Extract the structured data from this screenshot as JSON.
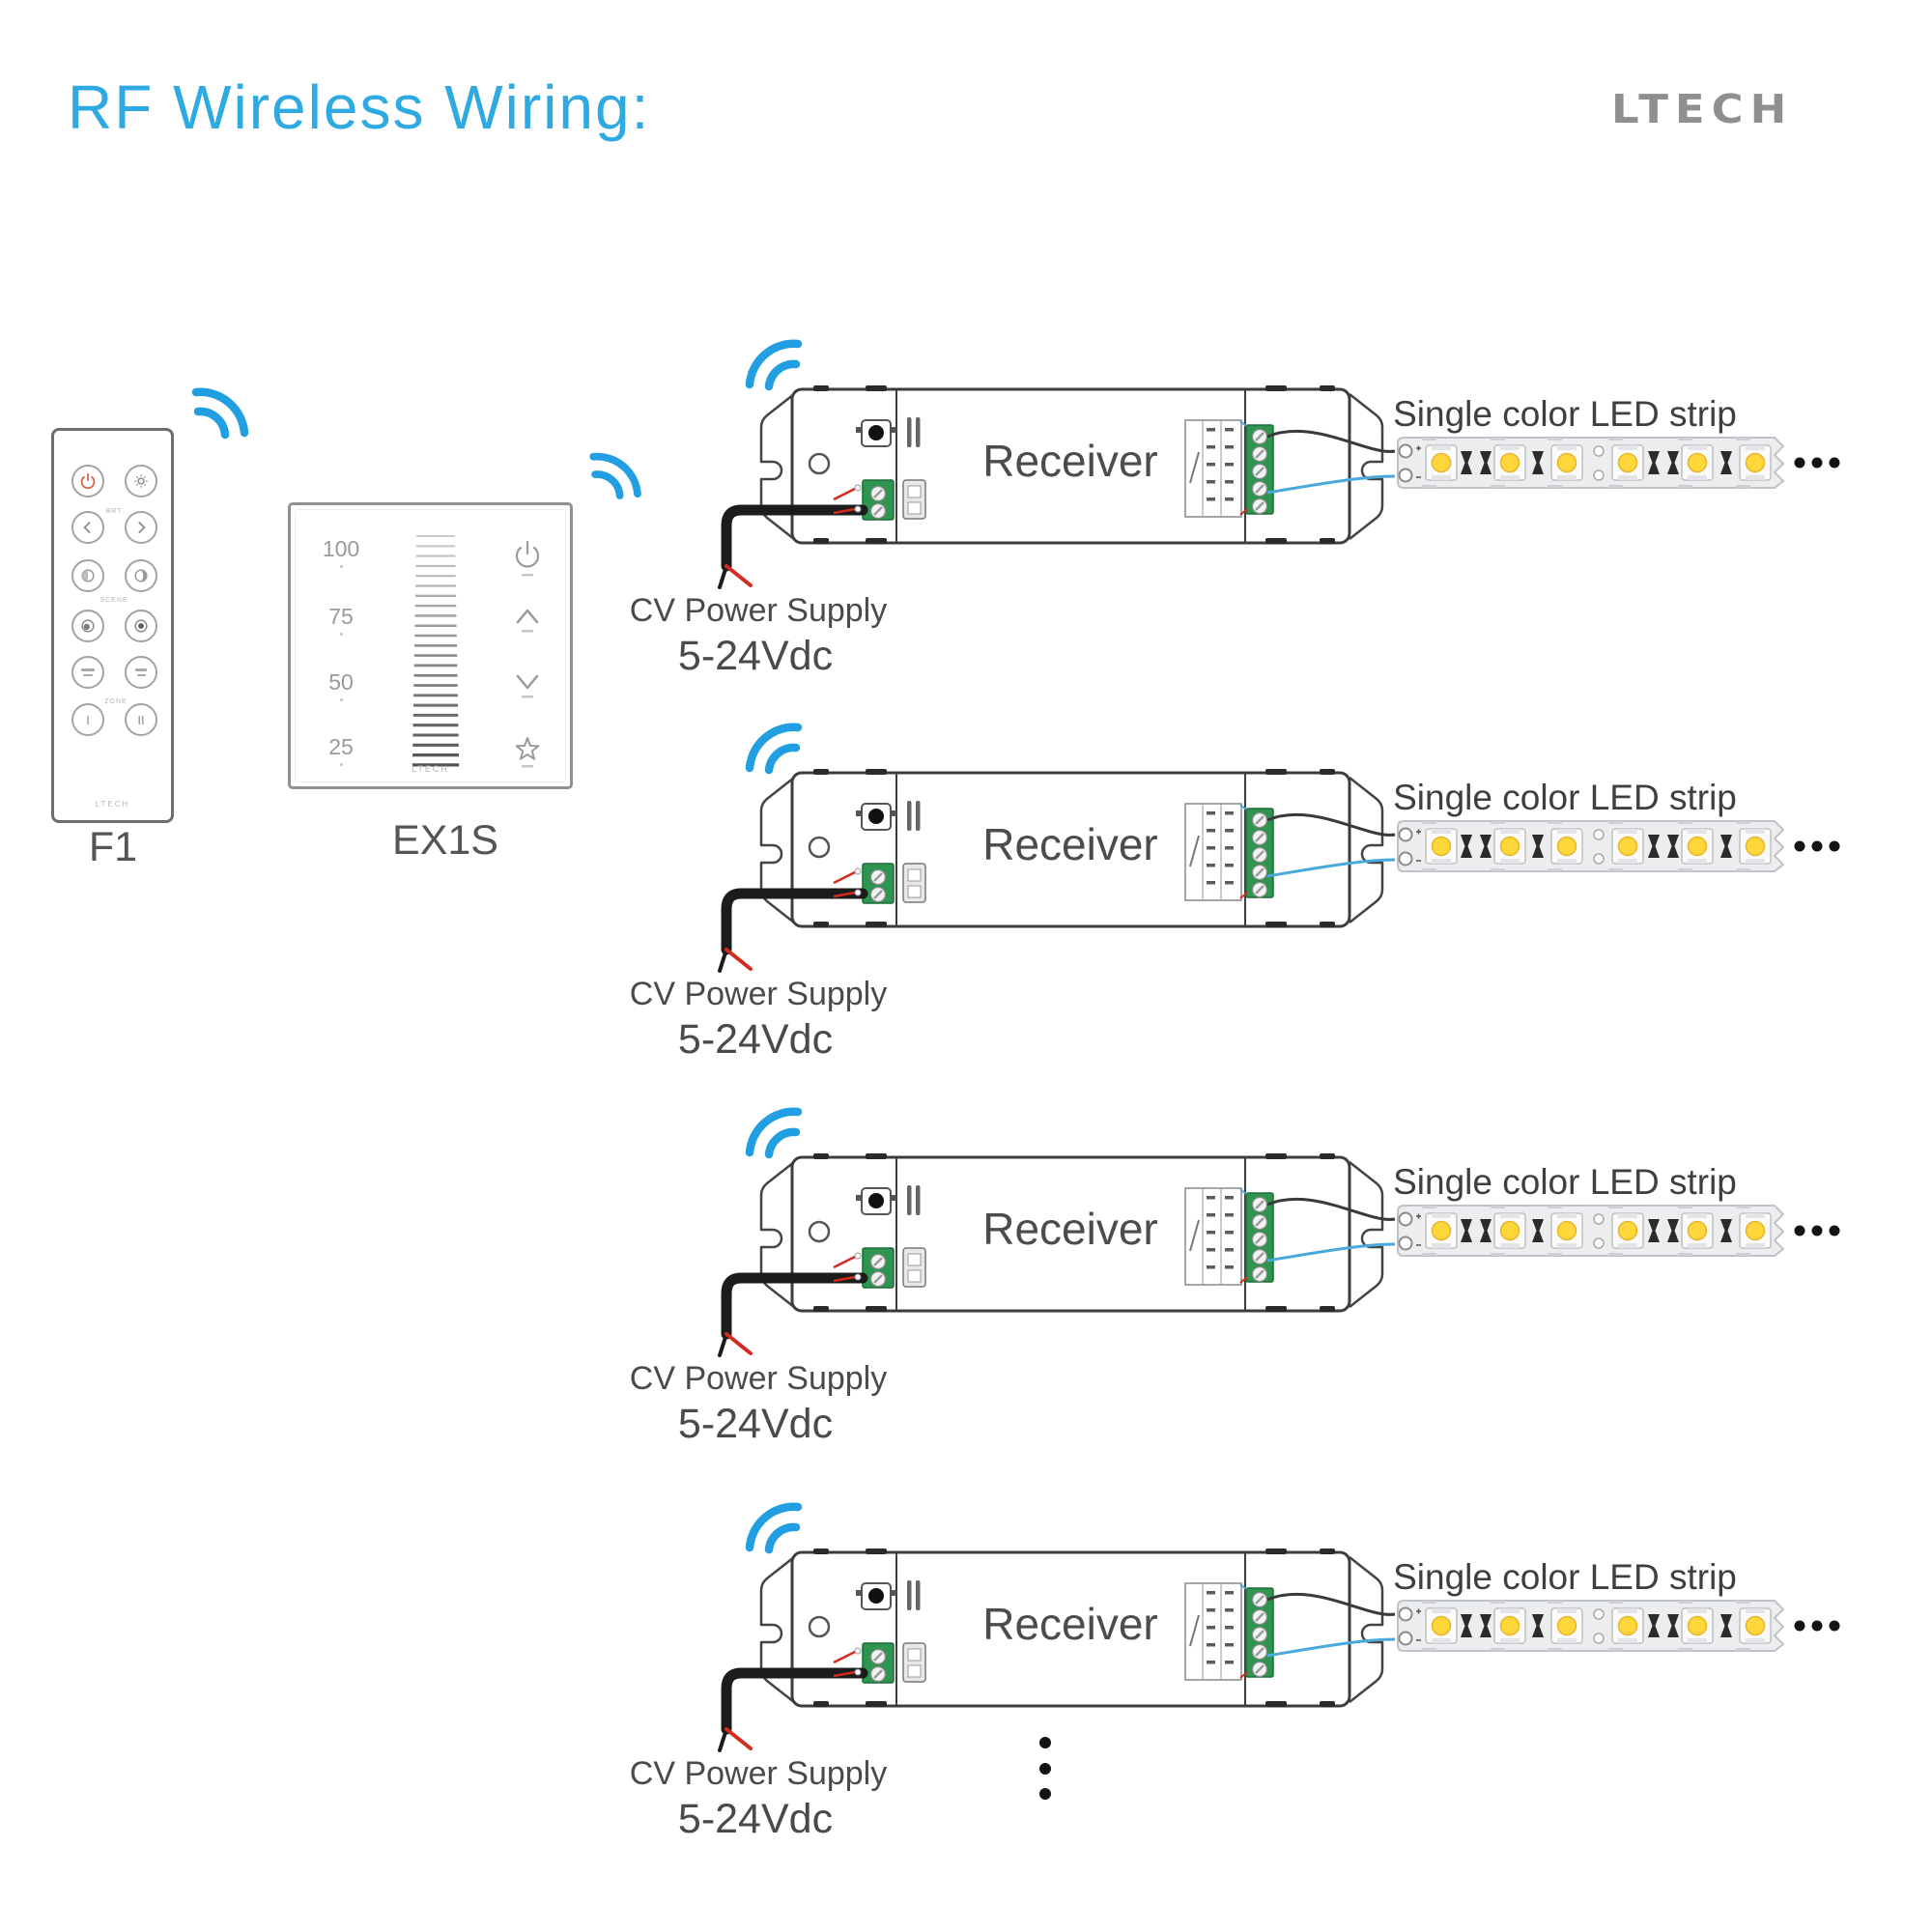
{
  "header": {
    "title": "RF Wireless Wiring:",
    "brand_logo": "LTECH"
  },
  "remote": {
    "model_label": "F1",
    "brand": "LTECH",
    "group_labels": {
      "brt": "BRT",
      "scene": "SCENE",
      "zone": "ZONE"
    },
    "zone_button_1": "I",
    "zone_button_2": "II"
  },
  "wall_panel": {
    "model_label": "EX1S",
    "brand": "LTECH",
    "dim_levels": [
      "100",
      "75",
      "50",
      "25"
    ]
  },
  "receiver_rows": [
    {
      "device_label": "Receiver",
      "output_label": "Single color LED strip",
      "power_label_line1": "CV Power Supply",
      "power_label_line2": "5-24Vdc"
    },
    {
      "device_label": "Receiver",
      "output_label": "Single color LED strip",
      "power_label_line1": "CV Power Supply",
      "power_label_line2": "5-24Vdc"
    },
    {
      "device_label": "Receiver",
      "output_label": "Single color LED strip",
      "power_label_line1": "CV Power Supply",
      "power_label_line2": "5-24Vdc"
    },
    {
      "device_label": "Receiver",
      "output_label": "Single color LED strip",
      "power_label_line1": "CV Power Supply",
      "power_label_line2": "5-24Vdc"
    }
  ],
  "colors": {
    "title_blue": "#2FA9E1",
    "wifi_blue": "#219FE2",
    "wire_blue": "#49A8DC",
    "wire_red": "#D42B1F",
    "terminal_green": "#2E9550",
    "led_yellow": "#FFD73B",
    "logo_gray": "#8F8F8F",
    "text_gray": "#4A4A4A"
  }
}
